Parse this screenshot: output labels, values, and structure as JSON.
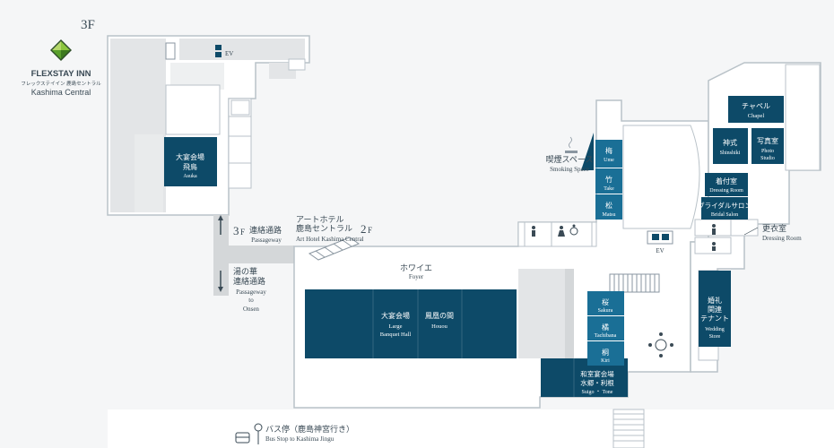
{
  "floor_marker": "3F",
  "brand": {
    "name": "FLEXSTAY INN",
    "kana": "フレックステイイン 鹿島セントラル",
    "sub": "Kashima Central"
  },
  "colors": {
    "room": "#0d4a68",
    "room_light": "#1a6f96",
    "floor": "#ffffff",
    "wall": "#b9c2c8",
    "grey": "#d4d7d9",
    "background": "#f5f6f7"
  },
  "labels": {
    "ev_top": "EV",
    "ev_mid": "EV",
    "passage_3f_num": "3",
    "passage_3f_f": "F",
    "passage_3f_jp": "連絡通路",
    "passage_3f_en": "Passageway",
    "onsen_jp1": "湯の華",
    "onsen_jp2": "連絡通路",
    "onsen_en1": "Passageway",
    "onsen_en2": "to",
    "onsen_en3": "Onsen",
    "art_jp1": "アートホテル",
    "art_jp2": "鹿島セントラル",
    "art_en": "Art Hotel Kashima Central",
    "art_floor_num": "2",
    "art_floor_f": "F",
    "foyer_jp": "ホワイエ",
    "foyer_en": "Foyer",
    "smoking_jp": "喫煙スペース",
    "smoking_en": "Smoking Space",
    "dressing_jp": "更衣室",
    "dressing_en": "Dressing Room",
    "bus_jp": "バス停（鹿島神宮行き）",
    "bus_en": "Bus Stop to Kashima Jingu"
  },
  "rooms": {
    "asuka_jp1": "大宴会場",
    "asuka_jp2": "飛鳥",
    "asuka_en": "Asuka",
    "large_jp": "大宴会場",
    "large_en1": "Large",
    "large_en2": "Banquet Hall",
    "houou_jp": "鳳凰の間",
    "houou_en": "Houou",
    "ume_jp": "梅",
    "ume_en": "Ume",
    "take_jp": "竹",
    "take_en": "Take",
    "matsu_jp": "松",
    "matsu_en": "Matsu",
    "sakura_jp": "桜",
    "sakura_en": "Sakura",
    "tachibana_jp": "橘",
    "tachibana_en": "Tachibana",
    "kiri_jp": "桐",
    "kiri_en": "Kiri",
    "suigo_jp1": "和室宴会場",
    "suigo_jp2": "水郷・利根",
    "suigo_en": "Suigo ・ Tone",
    "chapel_jp": "チャペル",
    "chapel_en": "Chapel",
    "shinshiki_jp": "神式",
    "shinshiki_en": "Shinshiki",
    "photo_jp": "写真室",
    "photo_en1": "Photo",
    "photo_en2": "Studio",
    "kitsuke_jp": "着付室",
    "kitsuke_en": "Dressing Room",
    "bridal_jp": "ブライダルサロン",
    "bridal_en": "Bridal Salon",
    "wedding_jp1": "婚礼",
    "wedding_jp2": "関連",
    "wedding_jp3": "テナント",
    "wedding_en1": "Wedding",
    "wedding_en2": "Store"
  }
}
